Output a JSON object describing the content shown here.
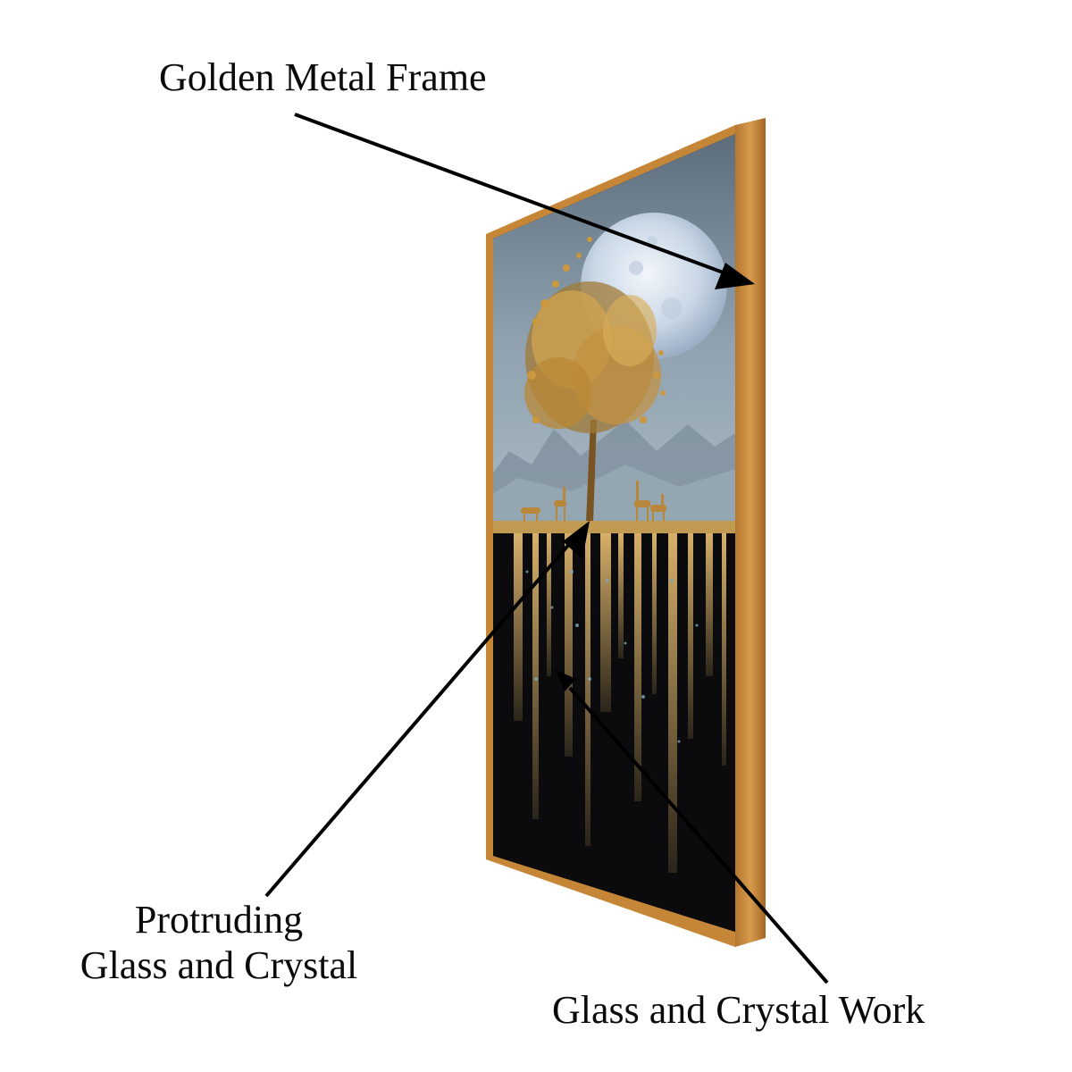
{
  "callouts": {
    "frame": "Golden Metal Frame",
    "protruding_line1": "Protruding",
    "protruding_line2": "Glass and Crystal",
    "crystal_work": "Glass and Crystal Work"
  },
  "colors": {
    "frame_gold": "#c8893c",
    "frame_edge": "#a66a27",
    "sky": "#8fa0ae",
    "moon": "#dfe8f2",
    "leaf_gold": "#c9983f",
    "lower_black": "#0b0b0d",
    "arrow": "#000000"
  },
  "icons": [
    "arrow-pointer-icon"
  ]
}
